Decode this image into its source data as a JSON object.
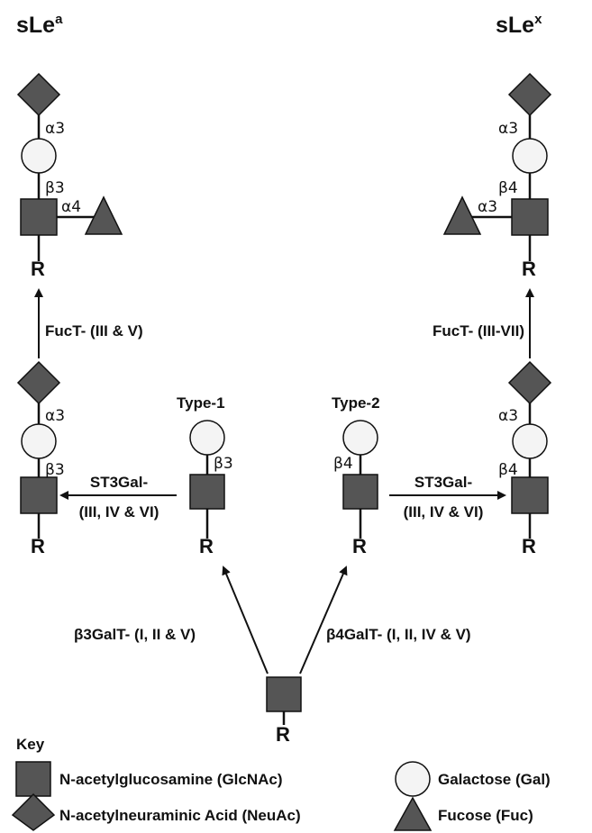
{
  "titles": {
    "left_base": "sLe",
    "left_sup": "a",
    "right_base": "sLe",
    "right_sup": "x"
  },
  "colors": {
    "monosaccharide_fill": "#555555",
    "galactose_fill": "#f4f4f4",
    "stroke": "#111111"
  },
  "structures": {
    "sLea": {
      "link_top": "α3",
      "link_mid": "β3",
      "link_fuc": "α4",
      "root": "R"
    },
    "sLex": {
      "link_top": "α3",
      "link_mid": "β4",
      "link_fuc": "α3",
      "root": "R"
    },
    "left_intermediate": {
      "link_top": "α3",
      "link_mid": "β3",
      "root": "R"
    },
    "right_intermediate": {
      "link_top": "α3",
      "link_mid": "β4",
      "root": "R"
    },
    "type1": {
      "label": "Type-1",
      "link": "β3",
      "root": "R"
    },
    "type2": {
      "label": "Type-2",
      "link": "β4",
      "root": "R"
    },
    "base": {
      "root": "R"
    }
  },
  "enzymes": {
    "fuct_left": "FucT- (III & V)",
    "fuct_right": "FucT- (III-VII)",
    "st3gal_left_line1": "ST3Gal-",
    "st3gal_left_line2": "(III, IV & VI)",
    "st3gal_right_line1": "ST3Gal-",
    "st3gal_right_line2": "(III, IV & VI)",
    "b3galt": "β3GalT- (I, II & V)",
    "b4galt": "β4GalT- (I, II, IV & V)"
  },
  "key": {
    "title": "Key",
    "items": [
      {
        "shape": "square-icon",
        "label": "N-acetylglucosamine (GlcNAc)"
      },
      {
        "shape": "circle-icon",
        "label": "Galactose (Gal)"
      },
      {
        "shape": "diamond-icon",
        "label": "N-acetylneuraminic Acid (NeuAc)"
      },
      {
        "shape": "triangle-icon",
        "label": "Fucose (Fuc)"
      }
    ]
  }
}
